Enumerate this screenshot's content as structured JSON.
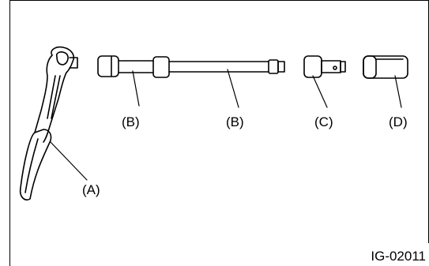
{
  "labels": {
    "a": "(A)",
    "b1": "(B)",
    "b2": "(B)",
    "c": "(C)",
    "d": "(D)"
  },
  "figure_code": "IG-02011"
}
